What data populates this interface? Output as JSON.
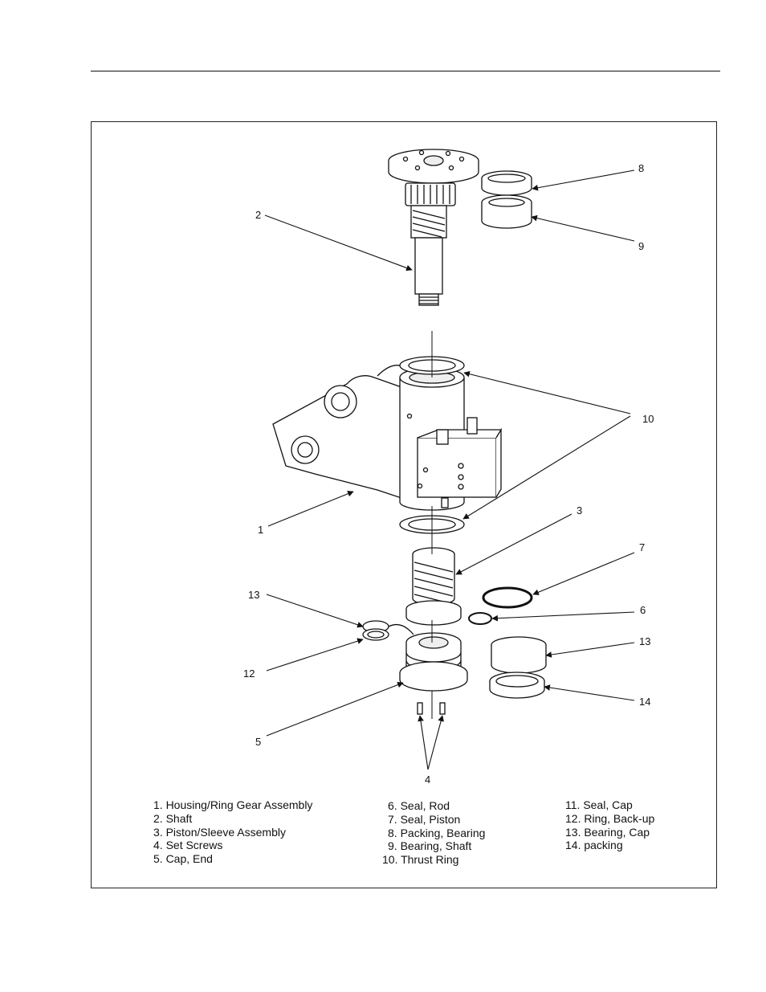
{
  "callouts": {
    "c1": "1",
    "c2": "2",
    "c3": "3",
    "c4": "4",
    "c5": "5",
    "c6": "6",
    "c7": "7",
    "c8": "8",
    "c9": "9",
    "c10": "10",
    "c12": "12",
    "c13a": "13",
    "c13b": "13",
    "c14": "14"
  },
  "legend": {
    "col1": [
      "1. Housing/Ring Gear Assembly",
      "2. Shaft",
      "3. Piston/Sleeve Assembly",
      "4. Set Screws",
      "5. Cap, End"
    ],
    "col2": [
      "6. Seal, Rod",
      "7. Seal, Piston",
      "8. Packing, Bearing",
      "9. Bearing, Shaft",
      "10. Thrust Ring"
    ],
    "col3": [
      "11. Seal, Cap",
      "12. Ring, Back-up",
      "13. Bearing, Cap",
      "14. packing"
    ]
  }
}
